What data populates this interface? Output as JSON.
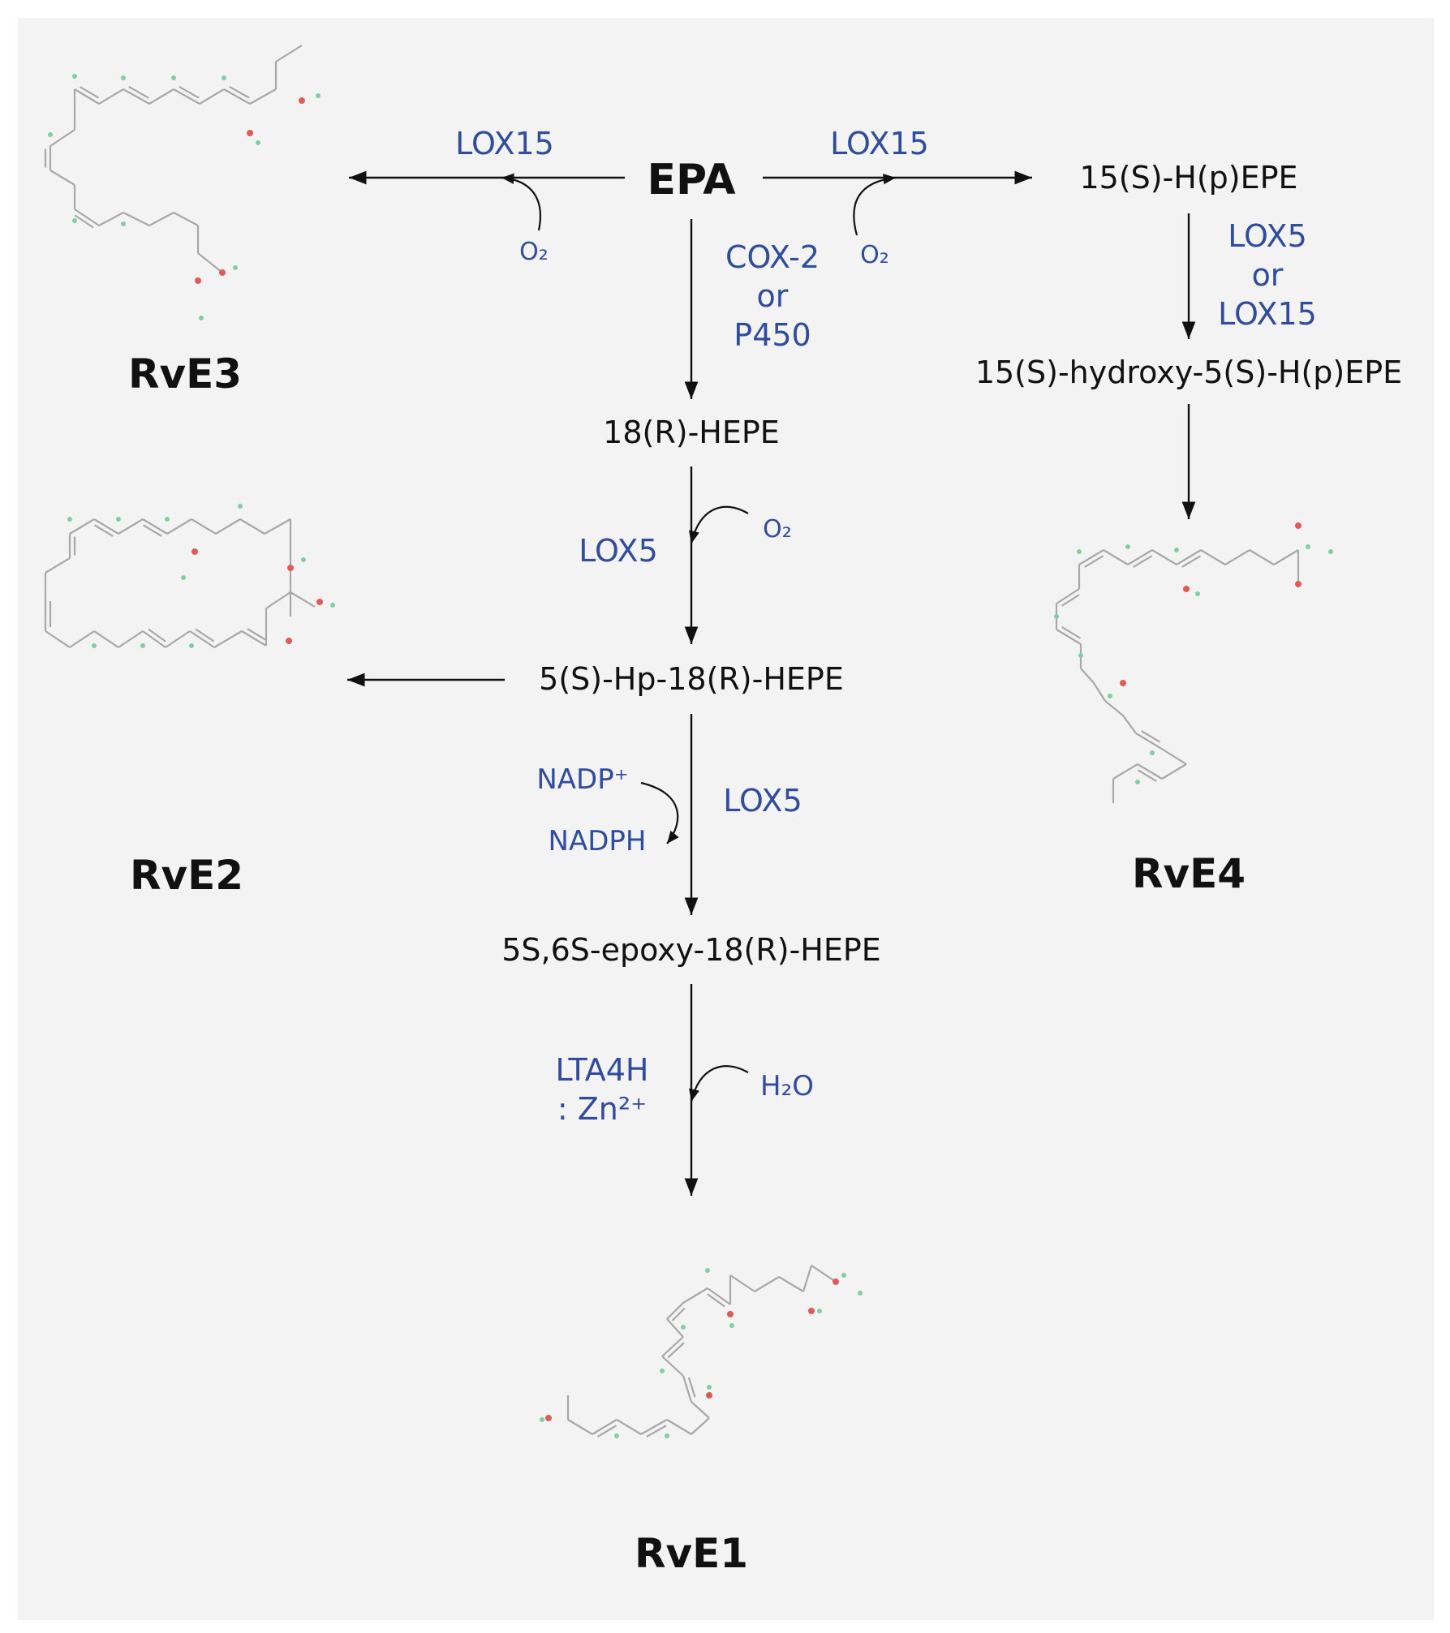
{
  "nodes": {
    "epa": "EPA",
    "hpepe15": "15(S)-H(p)EPE",
    "hydroxy_hpepe": "15(S)-hydroxy-5(S)-H(p)EPE",
    "hepe18": "18(R)-HEPE",
    "hp_hepe": "5(S)-Hp-18(R)-HEPE",
    "epoxy": "5S,6S-epoxy-18(R)-HEPE"
  },
  "products": {
    "rve1": "RvE1",
    "rve2": "RvE2",
    "rve3": "RvE3",
    "rve4": "RvE4"
  },
  "enzymes": {
    "lox15_left": "LOX15",
    "lox15_right": "LOX15",
    "cox2_line1": "COX-2",
    "cox2_line2": "or",
    "cox2_line3": "P450",
    "lox5_or_lox15_line1": "LOX5",
    "lox5_or_lox15_line2": "or",
    "lox5_or_lox15_line3": "LOX15",
    "lox5_a": "LOX5",
    "lox5_b": "LOX5",
    "lta4h_line1": "LTA4H",
    "lta4h_line2": ": Zn²⁺"
  },
  "cofactors": {
    "o2_left": "O₂",
    "o2_right": "O₂",
    "o2_mid": "O₂",
    "nadp": "NADP⁺",
    "nadph": "NADPH",
    "h2o": "H₂O"
  },
  "colors": {
    "background": "#f3f3f3",
    "enzyme_text": "#2f4d9c",
    "node_text": "#111111",
    "arrow": "#111111",
    "bond": "#a8a8a8",
    "oxygen_atom": "#e05a5a",
    "hydrogen_atom": "#7fcfa0"
  }
}
